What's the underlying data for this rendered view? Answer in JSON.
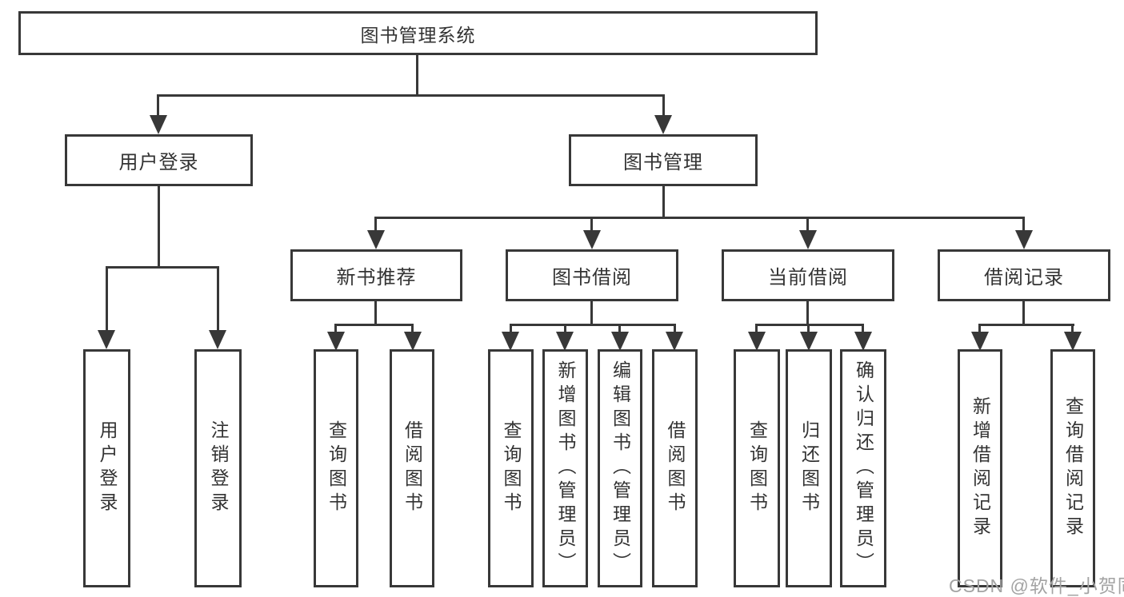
{
  "colors": {
    "line": "#383838",
    "text": "#333333",
    "watermark": "#a3a3a3",
    "background": "#ffffff"
  },
  "watermark": {
    "text": "CSDN @软件_小贺同学"
  },
  "tree": {
    "root": {
      "label": "图书管理系统"
    },
    "branches": [
      {
        "label": "用户登录",
        "children": [
          {
            "label": "用户登录"
          },
          {
            "label": "注销登录"
          }
        ]
      },
      {
        "label": "图书管理",
        "children": [
          {
            "label": "新书推荐",
            "children": [
              {
                "label": "查询图书"
              },
              {
                "label": "借阅图书"
              }
            ]
          },
          {
            "label": "图书借阅",
            "children": [
              {
                "label": "查询图书"
              },
              {
                "label": "新增图书（管理员）"
              },
              {
                "label": "编辑图书（管理员）"
              },
              {
                "label": "借阅图书"
              }
            ]
          },
          {
            "label": "当前借阅",
            "children": [
              {
                "label": "查询图书"
              },
              {
                "label": "归还图书"
              },
              {
                "label": "确认归还（管理员）"
              }
            ]
          },
          {
            "label": "借阅记录",
            "children": [
              {
                "label": "新增借阅记录"
              },
              {
                "label": "查询借阅记录"
              }
            ]
          }
        ]
      }
    ]
  }
}
